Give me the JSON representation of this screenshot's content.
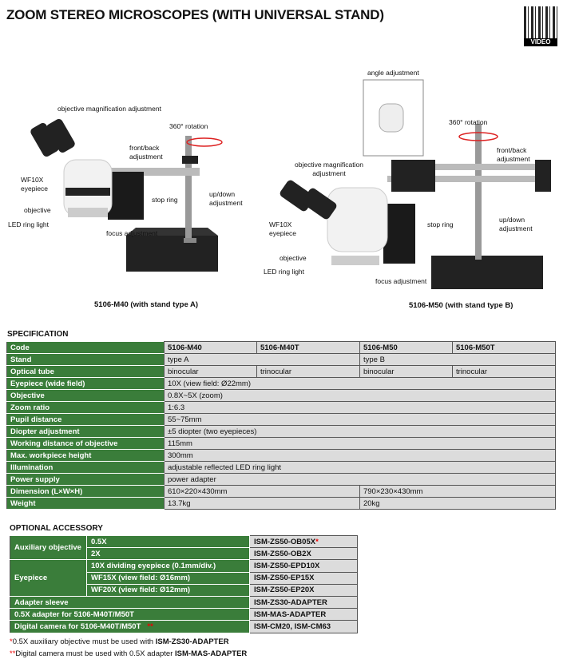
{
  "title": "ZOOM STEREO MICROSCOPES (WITH UNIVERSAL STAND)",
  "qr_label": "VIDEO",
  "left_image": {
    "caption": "5106-M40 (with stand type A)",
    "labels": {
      "obj_mag": "objective magnification adjustment",
      "rotation": "360° rotation",
      "front_back": "front/back adjustment",
      "eyepiece": "WF10X eyepiece",
      "stop_ring": "stop ring",
      "up_down": "up/down adjustment",
      "objective": "objective",
      "led": "LED ring light",
      "focus": "focus adjustment"
    }
  },
  "right_image": {
    "caption": "5106-M50 (with stand type B)",
    "labels": {
      "angle": "angle adjustment",
      "rotation": "360° rotation",
      "front_back": "front/back adjustment",
      "obj_mag": "objective magnification adjustment",
      "eyepiece": "WF10X eyepiece",
      "stop_ring": "stop ring",
      "up_down": "up/down adjustment",
      "objective": "objective",
      "led": "LED ring light",
      "focus": "focus adjustment"
    }
  },
  "spec": {
    "heading": "SPECIFICATION",
    "rows": [
      {
        "label": "Code",
        "cells": [
          "5106-M40",
          "5106-M40T",
          "5106-M50",
          "5106-M50T"
        ]
      },
      {
        "label": "Stand",
        "cells": [
          "type A",
          "type B"
        ]
      },
      {
        "label": "Optical tube",
        "cells": [
          "binocular",
          "trinocular",
          "binocular",
          "trinocular"
        ]
      },
      {
        "label": "Eyepiece (wide field)",
        "cells": [
          "10X (view field: Ø22mm)"
        ]
      },
      {
        "label": "Objective",
        "cells": [
          "0.8X~5X (zoom)"
        ]
      },
      {
        "label": "Zoom ratio",
        "cells": [
          "1:6.3"
        ]
      },
      {
        "label": "Pupil distance",
        "cells": [
          "55~75mm"
        ]
      },
      {
        "label": "Diopter adjustment",
        "cells": [
          "±5 diopter (two eyepieces)"
        ]
      },
      {
        "label": "Working distance of objective",
        "cells": [
          "115mm"
        ]
      },
      {
        "label": "Max. workpiece height",
        "cells": [
          "300mm"
        ]
      },
      {
        "label": "Illumination",
        "cells": [
          "adjustable reflected LED ring light"
        ]
      },
      {
        "label": "Power supply",
        "cells": [
          "power adapter"
        ]
      },
      {
        "label": "Dimension (L×W×H)",
        "cells": [
          "610×220×430mm",
          "790×230×430mm"
        ]
      },
      {
        "label": "Weight",
        "cells": [
          "13.7kg",
          "20kg"
        ]
      }
    ]
  },
  "accessory": {
    "heading": "OPTIONAL ACCESSORY",
    "aux_label": "Auxiliary objective",
    "eyepiece_label": "Eyepiece",
    "rows": [
      {
        "desc": "0.5X",
        "code": "ISM-ZS50-OB05X",
        "mark": "*"
      },
      {
        "desc": "2X",
        "code": "ISM-ZS50-OB2X"
      },
      {
        "desc": "10X dividing eyepiece (0.1mm/div.)",
        "code": "ISM-ZS50-EPD10X"
      },
      {
        "desc": "WF15X (view field: Ø16mm)",
        "code": "ISM-ZS50-EP15X"
      },
      {
        "desc": "WF20X (view field: Ø12mm)",
        "code": "ISM-ZS50-EP20X"
      },
      {
        "desc": "Adapter sleeve",
        "code": "ISM-ZS30-ADAPTER"
      },
      {
        "desc": "0.5X adapter for 5106-M40T/M50T",
        "code": "ISM-MAS-ADAPTER"
      },
      {
        "desc": "Digital camera for 5106-M40T/M50T",
        "code": "ISM-CM20, ISM-CM63",
        "mark": "**"
      }
    ]
  },
  "notes": [
    {
      "mark": "*",
      "text": "0.5X auxiliary objective must be used with ",
      "bold": "ISM-ZS30-ADAPTER"
    },
    {
      "mark": "**",
      "text": "Digital camera must be used with 0.5X adapter ",
      "bold": "ISM-MAS-ADAPTER"
    }
  ]
}
